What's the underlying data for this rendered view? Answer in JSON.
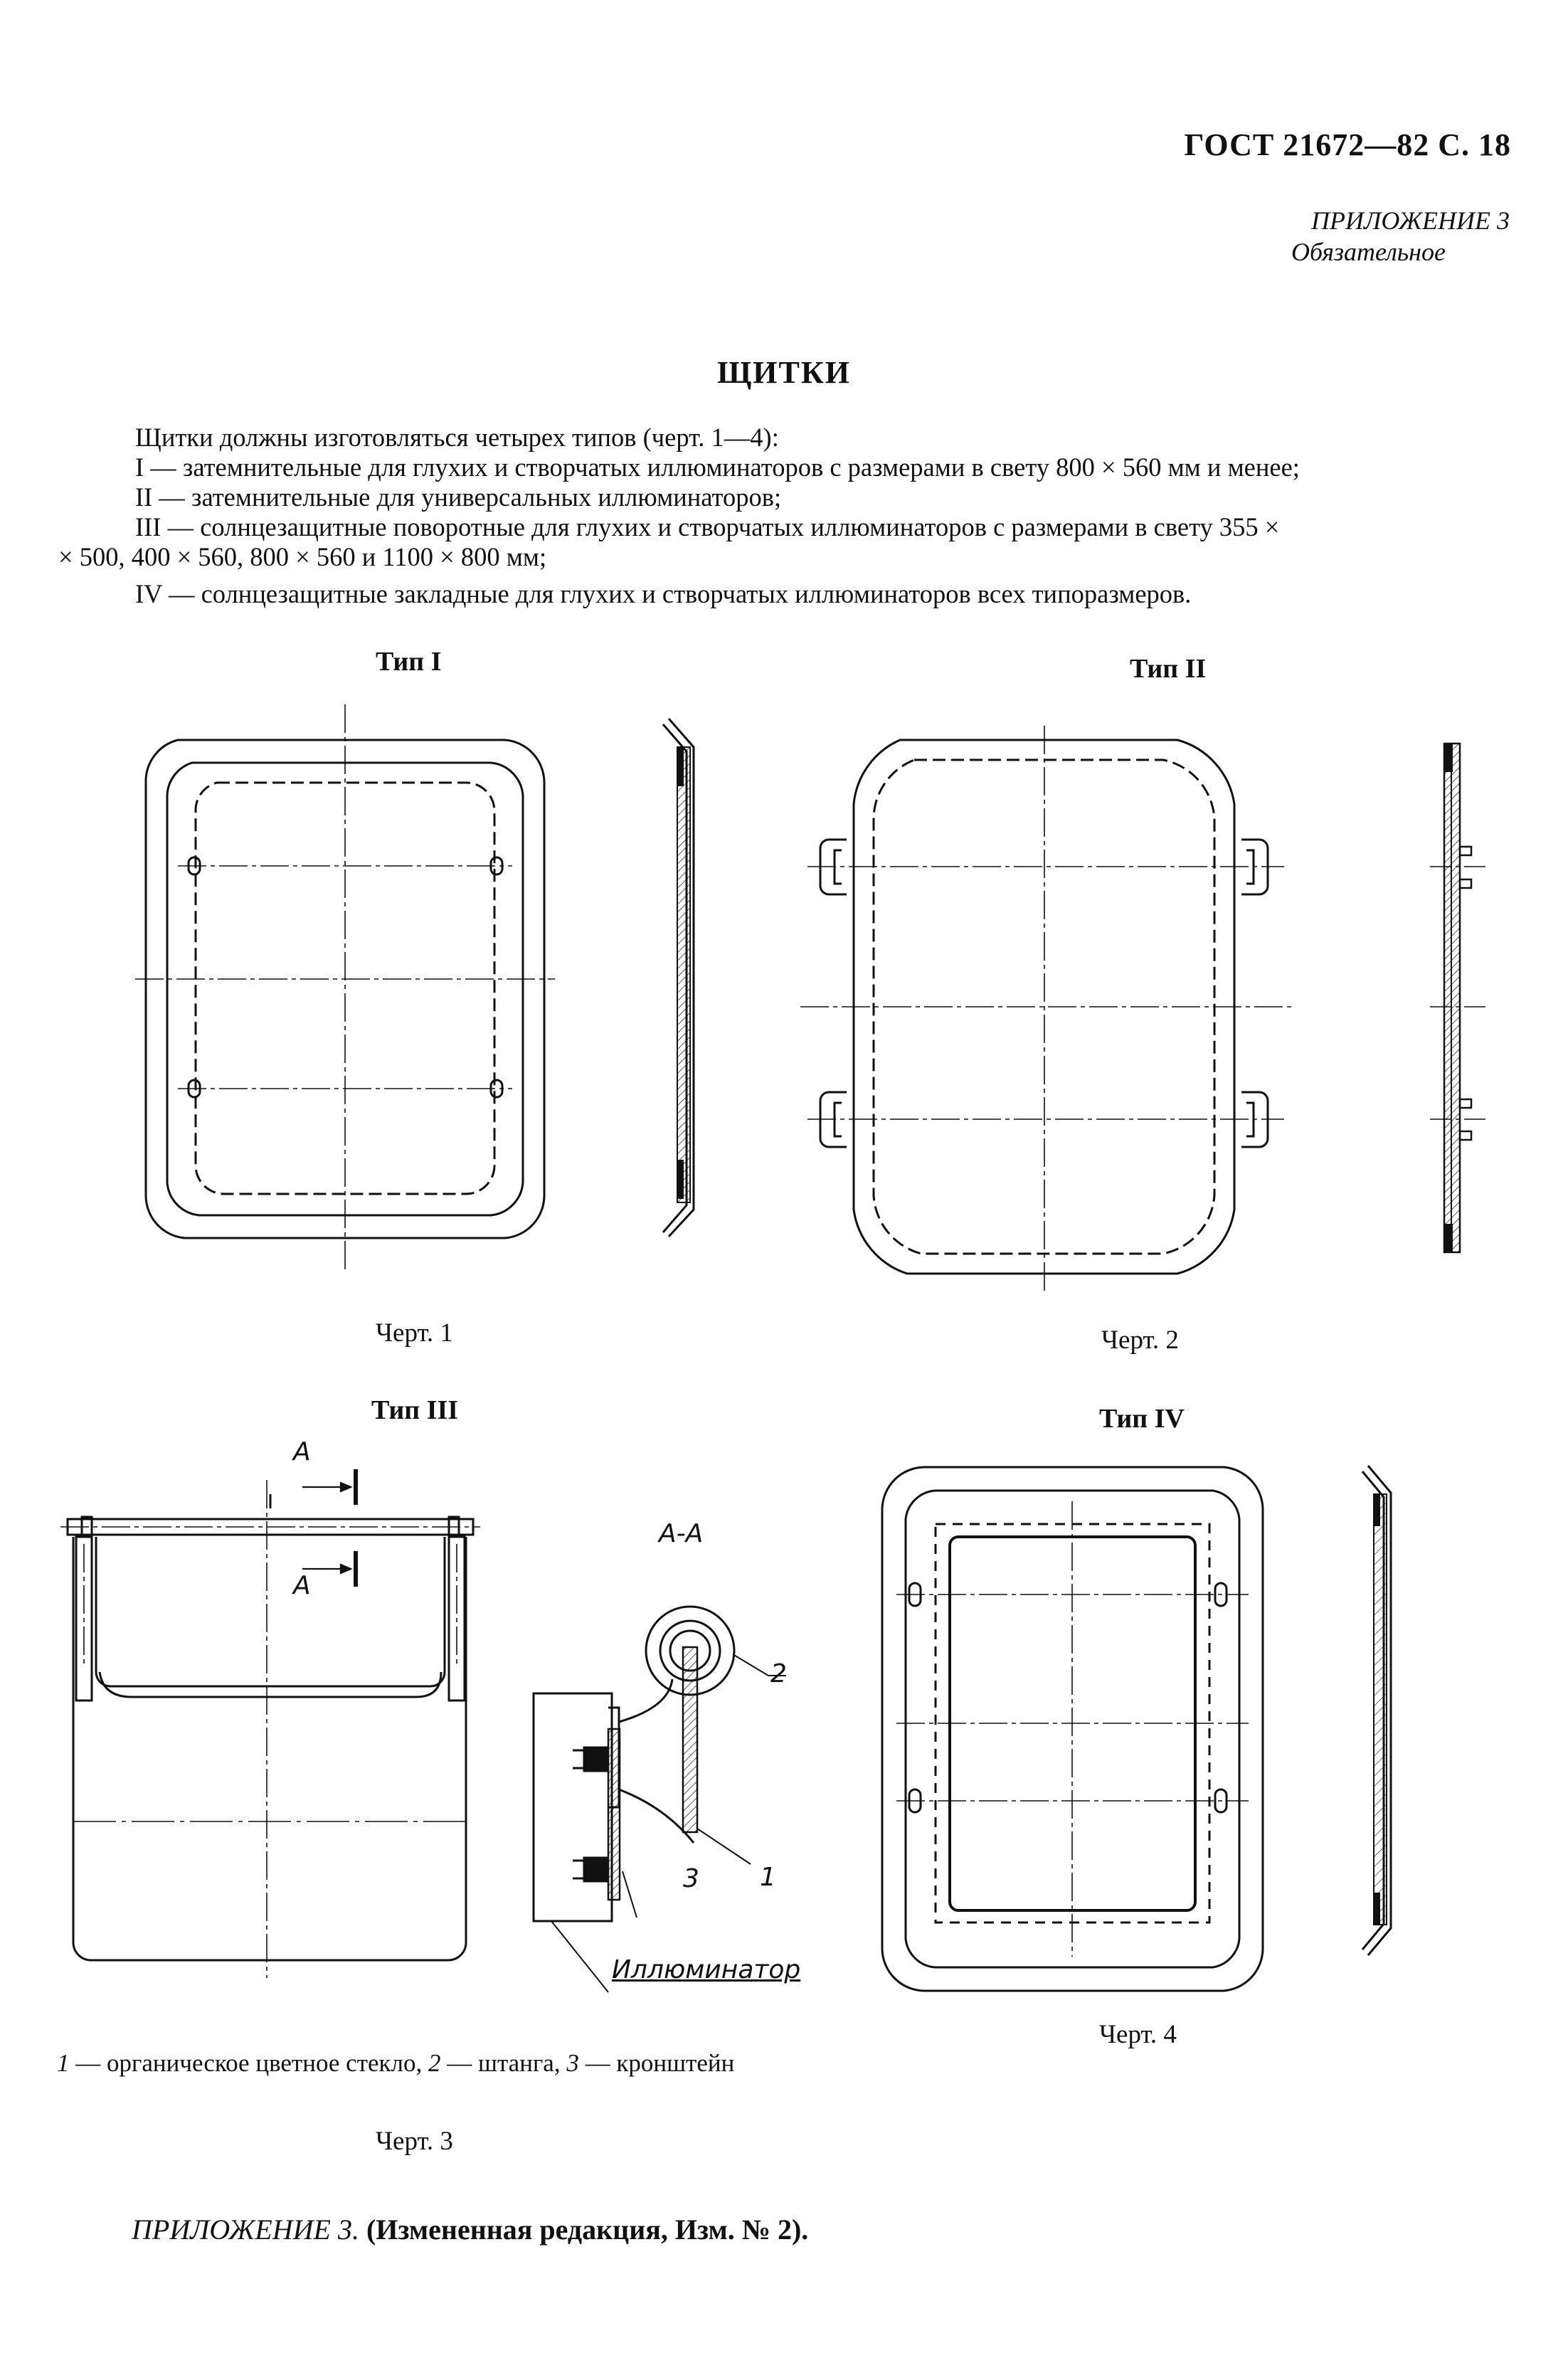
{
  "header": {
    "doc_ref": "ГОСТ 21672—82 С. 18"
  },
  "appendix": {
    "label": "ПРИЛОЖЕНИЕ 3",
    "status": "Обязательное"
  },
  "title": "ЩИТКИ",
  "intro": {
    "line0": "Щитки должны изготовляться четырех типов (черт. 1—4):",
    "line1": "I — затемнительные для глухих и створчатых иллюминаторов с размерами в свету 800 × 560 мм и менее;",
    "line2": "II — затемнительные для универсальных иллюминаторов;",
    "line3": "III — солнцезащитные поворотные для глухих  и створчатых иллюминаторов с размерами в свету 355 ×",
    "line3b": "× 500, 400 × 560, 800 × 560 и 1100 × 800 мм;",
    "line4": "IV — солнцезащитные закладные для глухих и створчатых иллюминаторов всех типоразмеров."
  },
  "figures": {
    "fig1": {
      "type_label": "Тип I",
      "caption": "Черт. 1"
    },
    "fig2": {
      "type_label": "Тип II",
      "caption": "Черт. 2"
    },
    "fig3": {
      "type_label": "Тип III",
      "caption": "Черт. 3",
      "section_mark": "A",
      "section_title": "A-A",
      "callouts": [
        "1",
        "2",
        "3"
      ],
      "porthole_label": "Иллюминатор"
    },
    "fig4": {
      "type_label": "Тип IV",
      "caption": "Черт. 4"
    }
  },
  "legend": {
    "n1": "1",
    "t1": " — органическое цветное стекло, ",
    "n2": "2",
    "t2": " — штанга, ",
    "n3": "3",
    "t3": " — кронштейн"
  },
  "footer": {
    "ref": "ПРИЛОЖЕНИЕ 3.",
    "note": " (Измененная редакция, Изм. № 2)."
  }
}
